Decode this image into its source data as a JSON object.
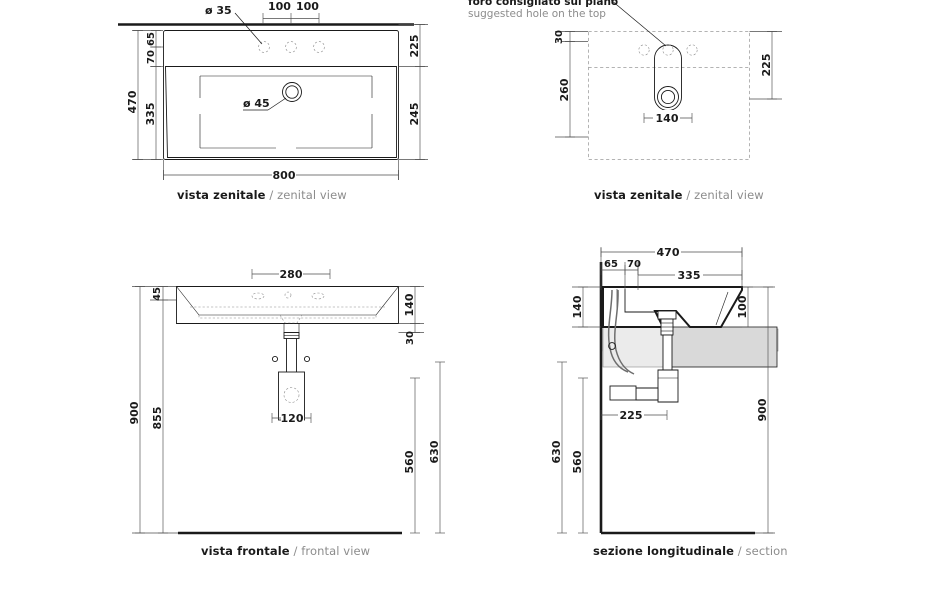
{
  "document": {
    "type": "technical-drawing",
    "subject": "washbasin dimensional drawing",
    "units": "mm",
    "background_color": "#ffffff",
    "line_color": "#1a1a1a",
    "dim_color": "#1a1a1a",
    "secondary_text_color": "#8c8c8c"
  },
  "views": {
    "top_left": {
      "caption_it": "vista zenitale",
      "caption_sep": "/",
      "caption_en": "zenital view",
      "dimensions": {
        "hole_diameter_tap": "ø 35",
        "hole_spacing_a": "100",
        "hole_spacing_b": "100",
        "drain_diameter": "ø 45",
        "left_65": "65",
        "left_70": "70",
        "left_335": "335",
        "left_470": "470",
        "right_225": "225",
        "right_245": "245",
        "bottom_800": "800"
      }
    },
    "top_right": {
      "caption_it": "vista zenitale",
      "caption_sep": "/",
      "caption_en": "zenital view",
      "note_it": "foro consigliato sul piano",
      "note_en": "suggested hole on the top",
      "dimensions": {
        "left_30": "30",
        "left_260": "260",
        "right_225": "225",
        "bottom_140": "140"
      }
    },
    "bottom_left": {
      "caption_it": "vista frontale",
      "caption_sep": "/",
      "caption_en": "frontal view",
      "dimensions": {
        "top_280": "280",
        "left_45": "45",
        "left_855": "855",
        "left_900": "900",
        "right_140": "140",
        "right_30": "30",
        "right_560": "560",
        "right_630": "630",
        "trap_120": "120"
      }
    },
    "bottom_right": {
      "caption_it": "sezione longitudinale",
      "caption_sep": "/",
      "caption_en": "section",
      "dimensions": {
        "top_470": "470",
        "top_65": "65",
        "top_70": "70",
        "top_335": "335",
        "left_140": "140",
        "left_560": "560",
        "left_630": "630",
        "right_100": "100",
        "right_900": "900",
        "bottom_225": "225"
      }
    }
  }
}
